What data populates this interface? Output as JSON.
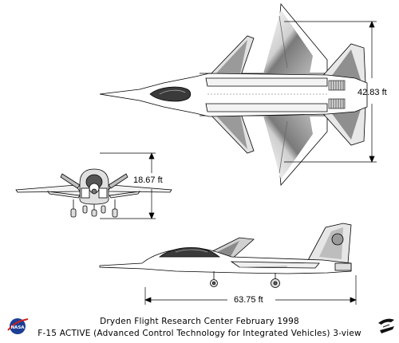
{
  "dimensions": {
    "span": "42.83 ft",
    "height": "18.67 ft",
    "length": "63.75 ft"
  },
  "caption": {
    "line1": "Dryden Flight Research Center  February 1998",
    "line2": "F-15 ACTIVE (Advanced Control Technology for Integrated Vehicles) 3-view"
  },
  "logos": {
    "left": "NASA",
    "right": "Dryden"
  },
  "colors": {
    "stroke": "#000000",
    "gray": "#8c8c8c",
    "light_gray": "#d6d6d6",
    "dark": "#3a3a3a"
  }
}
